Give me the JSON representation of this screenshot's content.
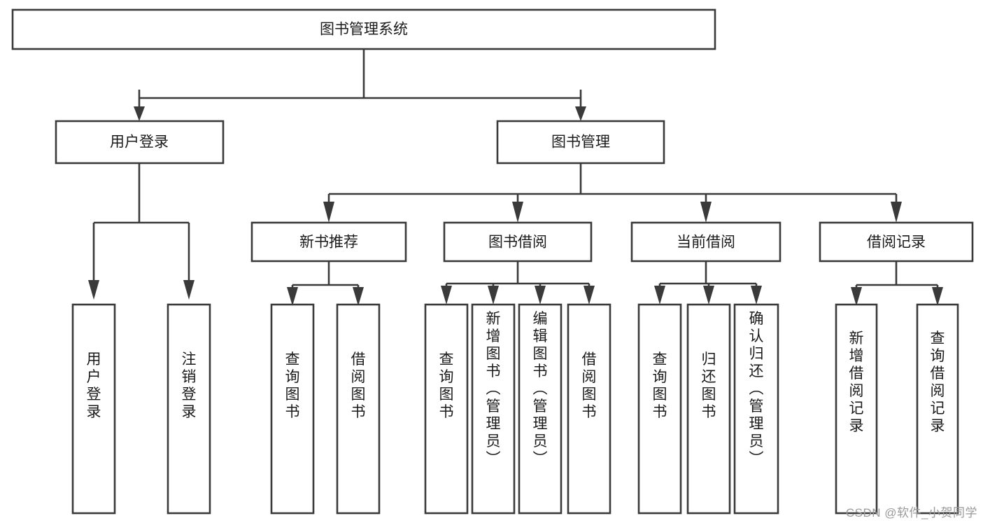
{
  "diagram": {
    "type": "tree-hierarchy-chart",
    "title": "图书管理系统",
    "watermark": "CSDN @软件_小贺同学",
    "colors": {
      "line": "#3a3a3a",
      "box_fill": "#ffffff",
      "text": "#1a1a1a",
      "watermark": "#9a9a9a",
      "background": "#ffffff"
    },
    "levels": {
      "root": "图书管理系统",
      "level1": [
        "用户登录",
        "图书管理"
      ],
      "level2": [
        "新书推荐",
        "图书借阅",
        "当前借阅",
        "借阅记录"
      ]
    },
    "nodes": {
      "root": {
        "label": "图书管理系统",
        "orient": "horizontal"
      },
      "user_login": {
        "label": "用户登录",
        "orient": "horizontal"
      },
      "book_manage": {
        "label": "图书管理",
        "orient": "horizontal"
      },
      "new_book_rec": {
        "label": "新书推荐",
        "orient": "horizontal"
      },
      "book_borrow": {
        "label": "图书借阅",
        "orient": "horizontal"
      },
      "current_borrow": {
        "label": "当前借阅",
        "orient": "horizontal"
      },
      "borrow_record": {
        "label": "借阅记录",
        "orient": "horizontal"
      },
      "leaf_user_login": {
        "label": "用户登录",
        "orient": "vertical"
      },
      "leaf_logout": {
        "label": "注销登录",
        "orient": "vertical"
      },
      "leaf_query_book_1": {
        "label": "查询图书",
        "orient": "vertical"
      },
      "leaf_borrow_book_1": {
        "label": "借阅图书",
        "orient": "vertical"
      },
      "leaf_query_book_2": {
        "label": "查询图书",
        "orient": "vertical"
      },
      "leaf_add_book": {
        "label": "新增图书（管理员）",
        "orient": "vertical"
      },
      "leaf_edit_book": {
        "label": "编辑图书（管理员）",
        "orient": "vertical"
      },
      "leaf_borrow_book_2": {
        "label": "借阅图书",
        "orient": "vertical"
      },
      "leaf_query_book_3": {
        "label": "查询图书",
        "orient": "vertical"
      },
      "leaf_return_book": {
        "label": "归还图书",
        "orient": "vertical"
      },
      "leaf_confirm_return": {
        "label": "确认归还（管理员）",
        "orient": "vertical"
      },
      "leaf_add_record": {
        "label": "新增借阅记录",
        "orient": "vertical"
      },
      "leaf_query_record": {
        "label": "查询借阅记录",
        "orient": "vertical"
      }
    },
    "edges": [
      {
        "from": "root",
        "to": "user_login"
      },
      {
        "from": "root",
        "to": "book_manage"
      },
      {
        "from": "user_login",
        "to": "leaf_user_login"
      },
      {
        "from": "user_login",
        "to": "leaf_logout"
      },
      {
        "from": "book_manage",
        "to": "new_book_rec"
      },
      {
        "from": "book_manage",
        "to": "book_borrow"
      },
      {
        "from": "book_manage",
        "to": "current_borrow"
      },
      {
        "from": "book_manage",
        "to": "borrow_record"
      },
      {
        "from": "new_book_rec",
        "to": "leaf_query_book_1"
      },
      {
        "from": "new_book_rec",
        "to": "leaf_borrow_book_1"
      },
      {
        "from": "book_borrow",
        "to": "leaf_query_book_2"
      },
      {
        "from": "book_borrow",
        "to": "leaf_add_book"
      },
      {
        "from": "book_borrow",
        "to": "leaf_edit_book"
      },
      {
        "from": "book_borrow",
        "to": "leaf_borrow_book_2"
      },
      {
        "from": "current_borrow",
        "to": "leaf_query_book_3"
      },
      {
        "from": "current_borrow",
        "to": "leaf_return_book"
      },
      {
        "from": "current_borrow",
        "to": "leaf_confirm_return"
      },
      {
        "from": "borrow_record",
        "to": "leaf_add_record"
      },
      {
        "from": "borrow_record",
        "to": "leaf_query_record"
      }
    ]
  }
}
